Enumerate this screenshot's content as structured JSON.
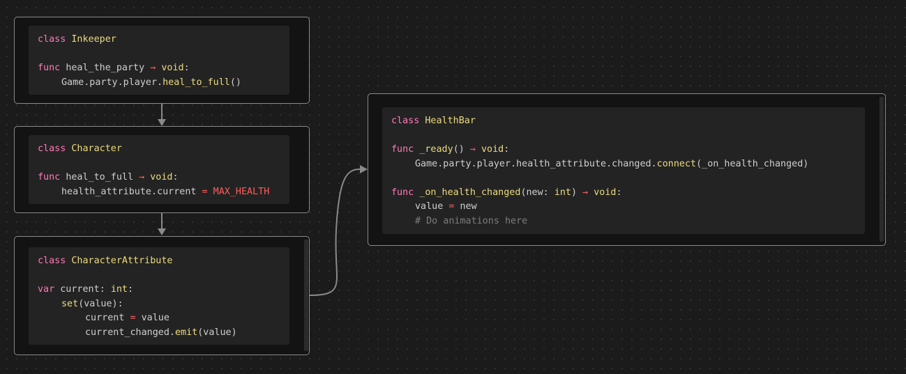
{
  "nodes": {
    "inkeeper": {
      "class_kw": "class",
      "class_name": "Inkeeper",
      "func_kw": "func",
      "func_name": "heal_the_party",
      "arrow": "→",
      "ret_type": "void",
      "colon": ":",
      "body_prefix": "Game.party.player.",
      "body_call": "heal_to_full",
      "body_suffix": "()"
    },
    "character": {
      "class_kw": "class",
      "class_name": "Character",
      "func_kw": "func",
      "func_name": "heal_to_full",
      "arrow": "→",
      "ret_type": "void",
      "colon": ":",
      "body_target": "health_attribute.current",
      "body_op": "=",
      "body_const": "MAX_HEALTH"
    },
    "character_attribute": {
      "class_kw": "class",
      "class_name": "CharacterAttribute",
      "var_kw": "var",
      "var_name": "current",
      "var_colon": ":",
      "var_type": "int",
      "var_end": ":",
      "setter": "set",
      "setter_args": "(value):",
      "assign_target": "current",
      "assign_op": "=",
      "assign_value": "value",
      "emit_prefix": "current_changed.",
      "emit_call": "emit",
      "emit_args": "(value)"
    },
    "health_bar": {
      "class_kw": "class",
      "class_name": "HealthBar",
      "func1_kw": "func",
      "func1_name": "_ready",
      "func1_parens": "()",
      "arrow": "→",
      "ret_type": "void",
      "colon": ":",
      "connect_prefix": "Game.party.player.health_attribute.changed.",
      "connect_call": "connect",
      "connect_args": "(_on_health_changed)",
      "func2_kw": "func",
      "func2_name": "_on_health_changed",
      "func2_open": "(new: ",
      "func2_type": "int",
      "func2_close": ")",
      "value_target": "value",
      "value_op": "=",
      "value_new": "new",
      "comment": "# Do animations here"
    }
  },
  "colors": {
    "background": "#1b1b1b",
    "node_border": "#8a8a8a",
    "code_bg": "#232323",
    "keyword": "#ff7ab8",
    "identifier": "#ecdb7f",
    "operator": "#ff5c5c",
    "comment": "#7d7d7d",
    "text": "#cfcfcf",
    "wire": "#8a8a8a"
  }
}
